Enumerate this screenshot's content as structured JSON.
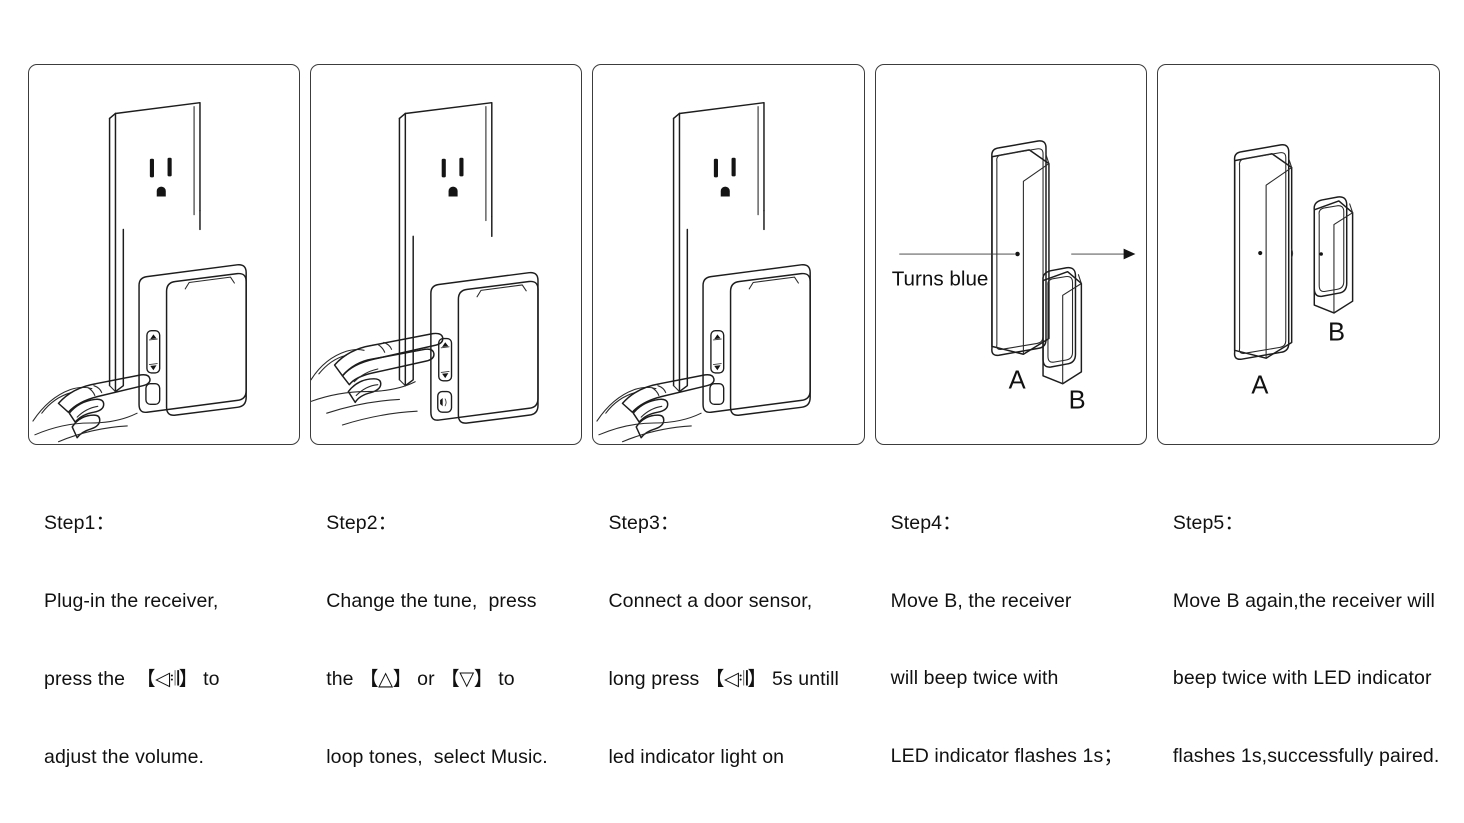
{
  "document": {
    "title": "Wireless Doorbell Receiver & Door Sensor Pairing Instructions",
    "background_color": "#ffffff",
    "line_color": "#1d1d1d",
    "text_color": "#111111"
  },
  "steps": [
    {
      "id": "step1",
      "label": "Step1：",
      "lines": [
        "Plug-in the receiver,",
        "press the  【◁))】 to",
        "adjust the volume."
      ],
      "caption_text": "Step1：\nPlug-in the receiver,\npress the  【⧖】 to\nadjust the volume.",
      "illustration": "receiver-in-outlet-hand-presses-lower-button",
      "icons": [
        "speaker-icon",
        "power-outlet-icon",
        "hand-icon"
      ]
    },
    {
      "id": "step2",
      "label": "Step2：",
      "lines": [
        "Change the tune,  press",
        "the 【△】 or 【▽】 to",
        "loop tones,  select Music."
      ],
      "caption_text": "Step2：\nChange the tune,  press\nthe 【△】 or 【▽】 to\nloop tones,  select Music.",
      "illustration": "receiver-in-outlet-hand-presses-upper-button",
      "icons": [
        "triangle-up-icon",
        "triangle-down-icon",
        "power-outlet-icon",
        "hand-icon"
      ]
    },
    {
      "id": "step3",
      "label": "Step3：",
      "lines": [
        "Connect a door sensor,",
        "long press 【◁))】 5s untill",
        "led indicator light on"
      ],
      "caption_text": "Step3：\nConnect a door sensor,\nlong press 【⧖】 5s untill\nled indicator light on",
      "illustration": "receiver-in-outlet-hand-long-presses-lower-button",
      "icons": [
        "speaker-icon",
        "power-outlet-icon",
        "hand-icon"
      ]
    },
    {
      "id": "step4",
      "label": "Step4：",
      "lines": [
        "Move B, the receiver",
        "will beep twice with",
        "LED indicator flashes 1s；"
      ],
      "caption_text": "Step4：\nMove B, the receiver\nwill beep twice with\nLED indicator flashes 1s；",
      "illustration": "door-sensor-A-and-magnet-B-joined-with-move-arrow",
      "icons": [
        "arrow-right-icon",
        "led-dot-icon"
      ]
    },
    {
      "id": "step5",
      "label": "Step5：",
      "lines": [
        "Move B again,the receiver will",
        "beep twice with LED indicator",
        "flashes 1s,successfully paired."
      ],
      "caption_text": "Step5：\nMove B again,the receiver will\nbeep twice with LED indicator\nflashes 1s,successfully paired.",
      "illustration": "door-sensor-A-and-magnet-B-separated",
      "icons": [
        "led-dot-icon"
      ]
    }
  ],
  "panel4": {
    "annotation": "Turns blue",
    "part_a_label": "A",
    "part_b_label": "B",
    "arrow_direction": "right"
  },
  "panel5": {
    "part_a_label": "A",
    "part_b_label": "B"
  }
}
